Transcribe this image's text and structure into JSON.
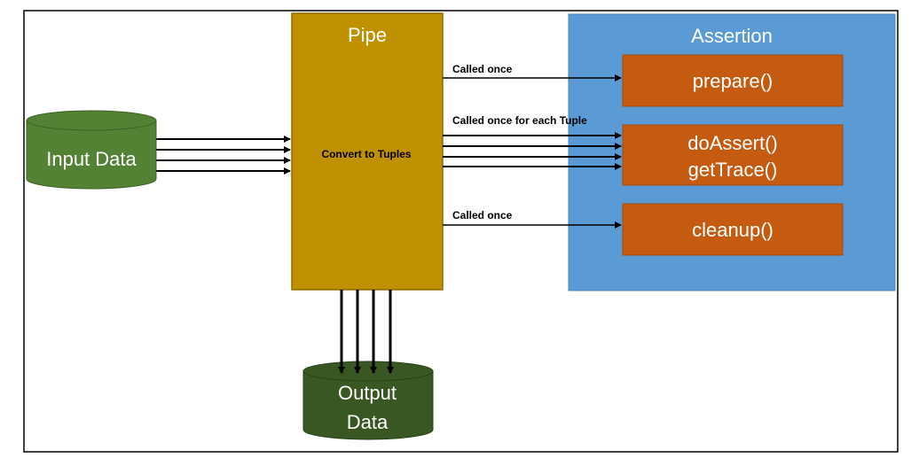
{
  "diagram": {
    "input": {
      "label": "Input Data"
    },
    "output": {
      "line1": "Output",
      "line2": "Data"
    },
    "pipe": {
      "title": "Pipe",
      "inner": "Convert to Tuples"
    },
    "assertion": {
      "title": "Assertion",
      "prepare": "prepare()",
      "do_assert": "doAssert()",
      "get_trace": "getTrace()",
      "cleanup": "cleanup()"
    },
    "edges": {
      "prepare_label": "Called once",
      "assert_label": "Called once for each Tuple",
      "cleanup_label": "Called once"
    }
  },
  "colors": {
    "input_cylinder": "#548235",
    "output_cylinder": "#385723",
    "pipe_box": "#bf9000",
    "assertion_box": "#5b9bd5",
    "method_box": "#c55a11",
    "arrow": "#000000"
  }
}
